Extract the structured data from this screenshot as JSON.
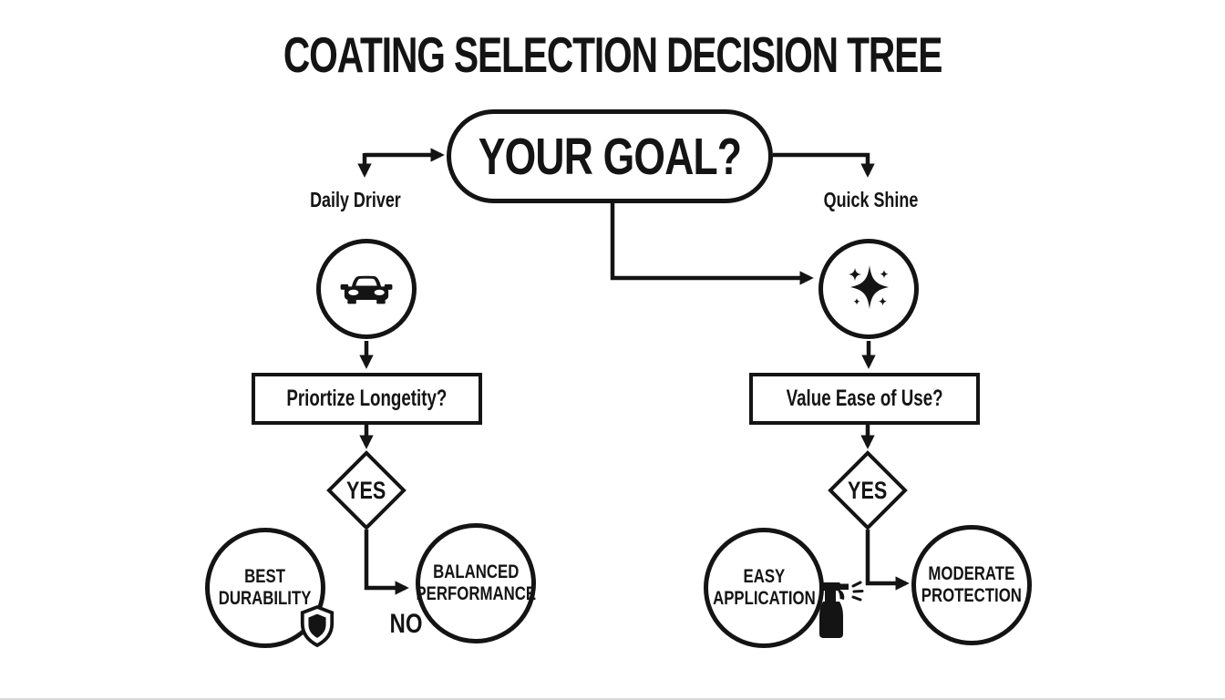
{
  "title": "COATING SELECTION DECISION TREE",
  "root": {
    "label": "YOUR GOAL?"
  },
  "branches": {
    "left": {
      "label": "Daily Driver",
      "icon": "car-icon",
      "question": "Priortize Longetity?",
      "decision_label": "YES",
      "no_label": "NO",
      "outcome_a": {
        "line1": "BEST",
        "line2": "DURABILITY",
        "icon": "shield-icon"
      },
      "outcome_b": {
        "line1": "BALANCED",
        "line2": "PERFORMANCE"
      }
    },
    "right": {
      "label": "Quick Shine",
      "icon": "sparkle-icon",
      "question": "Value Ease of Use?",
      "decision_label": "YES",
      "outcome_a": {
        "line1": "EASY",
        "line2": "APPLICATION",
        "icon": "spray-bottle-icon"
      },
      "outcome_b": {
        "line1": "MODERATE",
        "line2": "PROTECTION"
      }
    }
  },
  "colors": {
    "ink": "#141414",
    "background": "#ffffff"
  }
}
